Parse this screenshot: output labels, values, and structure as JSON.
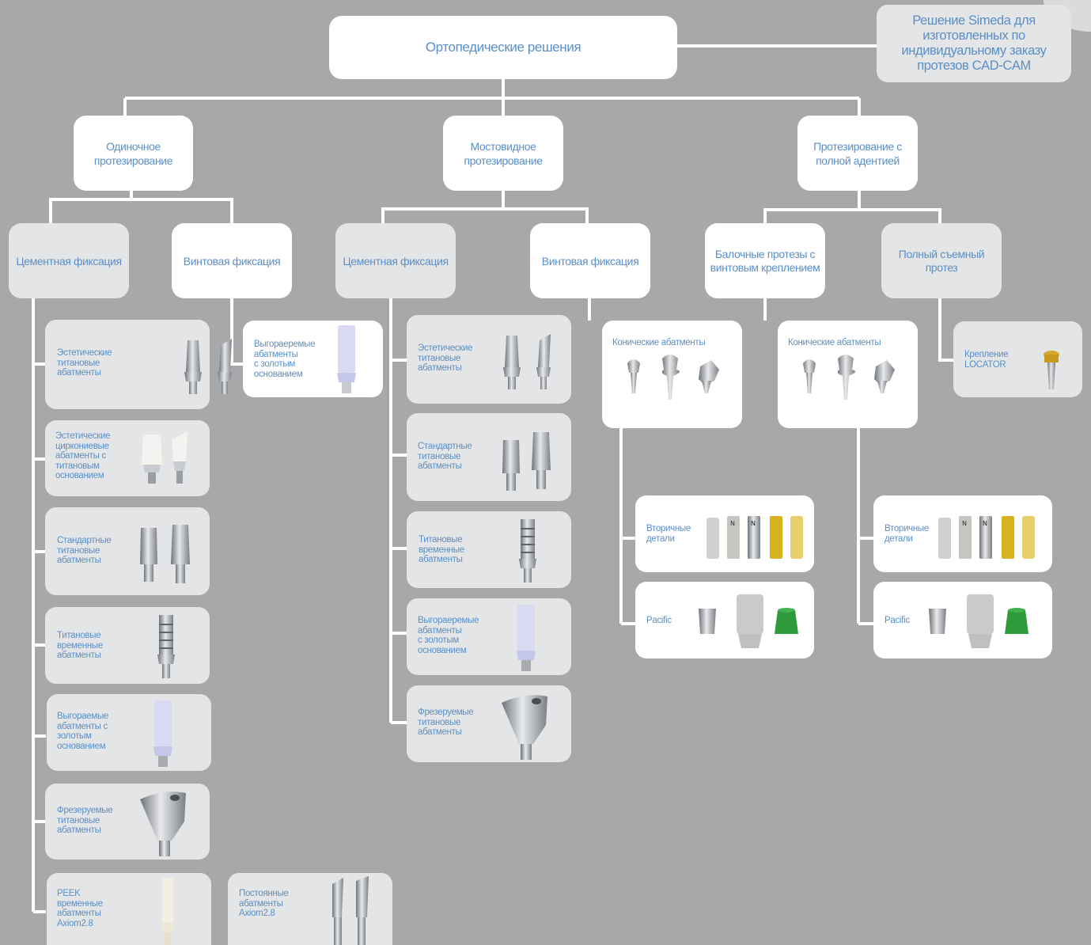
{
  "root": "Ортопедические решения",
  "side_note": "Решение Simeda для изготовленных по индивидуальному заказу протезов CAD-CAM",
  "categories": {
    "single": "Одиночное протезирование",
    "bridge": "Мостовидное протезирование",
    "full": "Протезирование с полной адентией"
  },
  "subcategories": {
    "single_cement": "Цементная фиксация",
    "single_screw": "Винтовая фиксация",
    "bridge_cement": "Цементная фиксация",
    "bridge_screw": "Винтовая фиксация",
    "full_bar": "Балочные протезы с винтовым креплением",
    "full_removable": "Полный съемный протез"
  },
  "items": {
    "s_aesthetic_ti": "Эстетические\nтитановые\nабатменты",
    "s_aesthetic_zr": "Эстетические\nциркониевые\nабатменты с\nтитановым\nоснованием",
    "s_standard_ti": "Стандартные\nтитановые\nабатменты",
    "s_ti_temp": "Титановые\nвременные\nабатменты",
    "s_burnout_gold": "Выгораемые\nабатменты с\nзолотым\nоснованием",
    "s_milled_ti": "Фрезеруемые\nтитановые\nабатменты",
    "s_peek_temp": "PEEK\nвременные\nабатменты\nAxiom2.8",
    "s_permanent": "Постоянные\nабатменты\nAxiom2.8",
    "s_screw_burnout": "Выгораеремые\nабатменты\nс золотым\nоснованием",
    "b_aesthetic_ti": "Эстетические\nтитановые\nабатменты",
    "b_standard_ti": "Стандартные\nтитановые\nабатменты",
    "b_ti_temp": "Титановые\nвременные\nабатменты",
    "b_burnout_gold": "Выгораеремые\nабатменты\nс золотым\nоснованием",
    "b_milled_ti": "Фрезеруемые\nтитановые\nабатменты",
    "b_conical": "Конические абатменты",
    "b_secondary": "Вторичные\nдетали",
    "b_pacific": "Pacific",
    "f_conical": "Конические абатменты",
    "f_secondary": "Вторичные\nдетали",
    "f_pacific": "Pacific",
    "f_locator": "Крепление\nLOCATOR"
  },
  "colors": {
    "background": "#a7a8aa",
    "connector": "#ffffff",
    "text": "#5b8fc7",
    "card_grey": "#e4e5e6",
    "card_white": "#ffffff"
  }
}
